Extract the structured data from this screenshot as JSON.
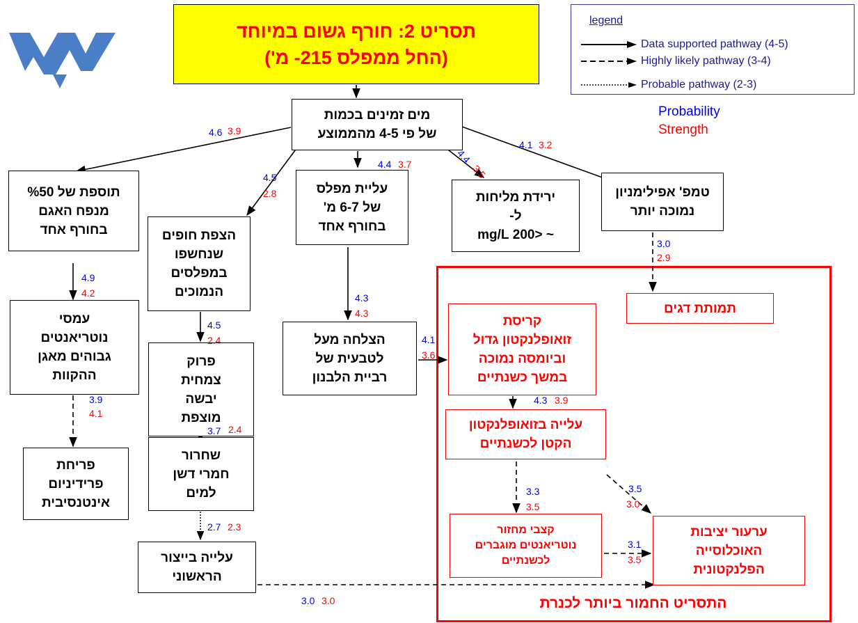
{
  "title": "תסריט 2: חורף גשום במיוחד\n(החל ממפלס 215- מ')",
  "legend": {
    "title": "legend",
    "items": [
      {
        "style": "solid",
        "label": "Data supported pathway (4-5)"
      },
      {
        "style": "dashed",
        "label": "Highly likely pathway (3-4)"
      },
      {
        "style": "dotted",
        "label": "Probable pathway (2-3)"
      }
    ]
  },
  "key": {
    "probability": "Probability",
    "strength": "Strength",
    "probability_color": "#0000ee",
    "strength_color": "#ff0000"
  },
  "nodes": {
    "water": "מים זמינים בכמות\nשל פי 4-5 מהממוצע",
    "inflow": "תוספת של %50\nמנפח האגם\nבחורף אחד",
    "flooding": "הצפת חופים\nשנחשפו\nבמפלסים\nהנמוכים",
    "level_rise": "עליית מפלס\nשל 6-7 מ'\nבחורף אחד",
    "salinity": "ירידת מליחות\nל-\n~ <200 mg/L",
    "temp": "טמפ' אפילימניון\nנמוכה יותר",
    "nutrients_deep": "עמסי\nנוטריאנטים\nגבוהים מאגן\nההקוות",
    "decomposition": "פרוק\nצמחית\nיבשה\nמוצפת",
    "nursery": "הצלחה מעל\nלטבעית של\nרביית הלבנון",
    "fish_death": "תמותת דגים",
    "zoo_collapse": "קריסת\nזואופלנקטון גדול\nוביומסה נמוכה\nבמשך כשנתיים",
    "bloom": "פריחת\nפרידיניום\nאינטנסיבית",
    "release": "שחרור\nחמרי דשן\nלמים",
    "small_zoo": "עלייה בזואופלנקטון\nהקטן לכשנתיים",
    "recycling": "קצבי מחזור\nנוטריאנטים מוגברים\nלכשנתיים",
    "destabilize": "ערעור יציבות\nהאוכלוסייה\nהפלנקטונית",
    "primary": "עלייה בייצור\nהראשוני"
  },
  "worst_case_label": "התסריט החמור ביותר לכנרת",
  "edges": [
    {
      "from": "title",
      "to": "water",
      "style": "solid"
    },
    {
      "from": "water",
      "to": "inflow",
      "style": "solid",
      "p": "4.6",
      "s": "3.9"
    },
    {
      "from": "water",
      "to": "flooding",
      "style": "solid",
      "p": "4.5",
      "s": "2.8"
    },
    {
      "from": "water",
      "to": "level_rise",
      "style": "solid",
      "p": "4.4",
      "s": "3.7"
    },
    {
      "from": "water",
      "to": "salinity",
      "style": "solid",
      "p": "4.4",
      "s": "3.5"
    },
    {
      "from": "water",
      "to": "temp",
      "style": "solid",
      "p": "4.1",
      "s": "3.2"
    },
    {
      "from": "inflow",
      "to": "nutrients_deep",
      "style": "solid",
      "p": "4.9",
      "s": "4.2"
    },
    {
      "from": "flooding",
      "to": "decomposition",
      "style": "solid",
      "p": "4.5",
      "s": "2.4"
    },
    {
      "from": "level_rise",
      "to": "nursery",
      "style": "solid",
      "p": "4.3",
      "s": "4.3"
    },
    {
      "from": "temp",
      "to": "fish_death",
      "style": "dashed",
      "p": "3.0",
      "s": "2.9"
    },
    {
      "from": "nursery",
      "to": "zoo_collapse",
      "style": "solid",
      "p": "4.1",
      "s": "3.6"
    },
    {
      "from": "nutrients_deep",
      "to": "bloom",
      "style": "dashed",
      "p": "3.9",
      "s": "4.1"
    },
    {
      "from": "decomposition",
      "to": "release",
      "style": "solid",
      "p": "3.7",
      "s": "2.4"
    },
    {
      "from": "zoo_collapse",
      "to": "small_zoo",
      "style": "solid",
      "p": "4.3",
      "s": "3.9"
    },
    {
      "from": "small_zoo",
      "to": "recycling",
      "style": "dashed",
      "p": "3.3",
      "s": "3.5"
    },
    {
      "from": "small_zoo",
      "to": "destabilize",
      "style": "dashed",
      "p": "3.5",
      "s": "3.0"
    },
    {
      "from": "recycling",
      "to": "destabilize",
      "style": "dashed",
      "p": "3.1",
      "s": "3.5"
    },
    {
      "from": "release",
      "to": "primary",
      "style": "dotted",
      "p": "2.7",
      "s": "2.3"
    },
    {
      "from": "primary",
      "to": "destabilize",
      "style": "dashed",
      "p": "3.0",
      "s": "3.0"
    }
  ]
}
